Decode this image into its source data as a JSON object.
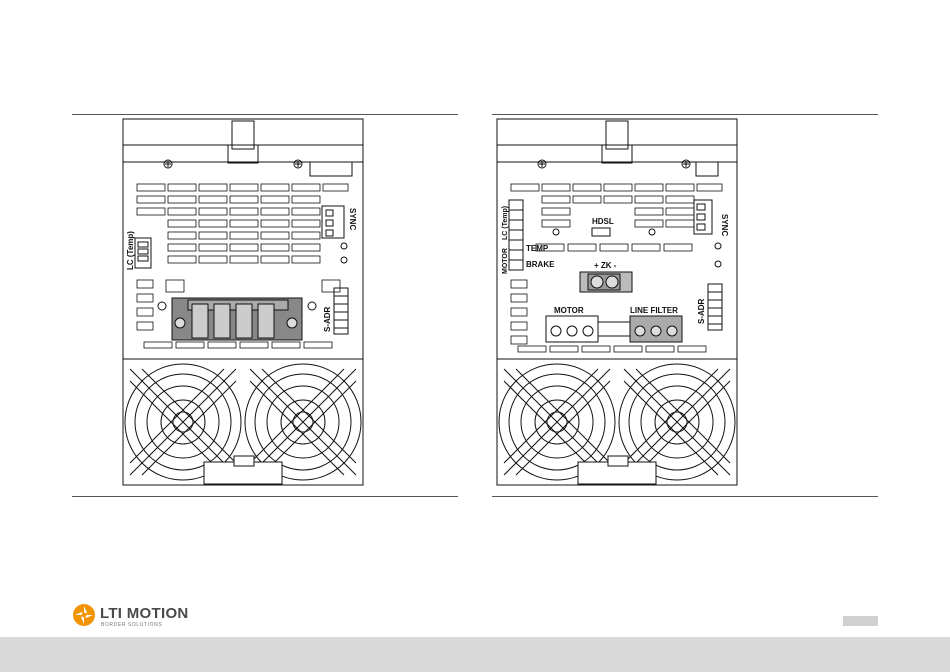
{
  "left_drawing": {
    "labels": {
      "lc_temp": "LC (Temp)",
      "sync": "SYNC",
      "s_adr": "S-ADR"
    }
  },
  "right_drawing": {
    "labels": {
      "lc_temp": "LC (Temp)",
      "motor_vertical": "MOTOR",
      "hdsl": "HDSL",
      "temp": "TEMP",
      "brake": "BRAKE",
      "zk": "+ ZK -",
      "motor": "MOTOR",
      "line_filter": "LINE FILTER",
      "sync": "SYNC",
      "s_adr": "S-ADR"
    }
  },
  "footer": {
    "logo_name": "LTI MOTION",
    "logo_tagline": "BORDER SOLUTIONS",
    "page_number": ""
  },
  "colors": {
    "logo_orange": "#f29400",
    "footer_bar": "#d9d9d9",
    "line": "#111111"
  }
}
